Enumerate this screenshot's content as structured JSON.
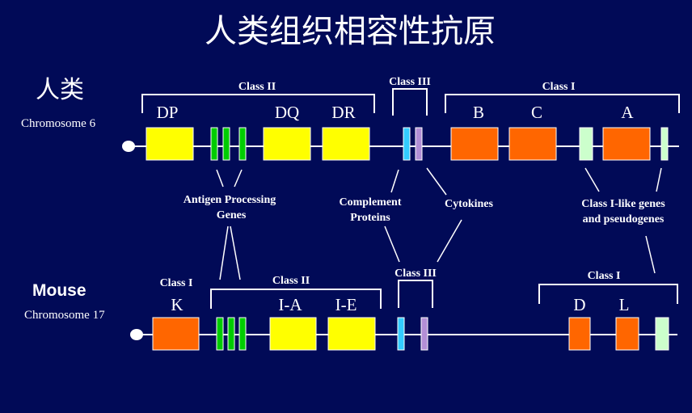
{
  "title": "人类组织相容性抗原",
  "colors": {
    "background": "#010a57",
    "class_i_gene": "#ff6600",
    "class_ii_gene": "#ffff00",
    "antigen_processing_gene": "#00cc00",
    "complement_gene": "#33ccff",
    "cytokine_gene": "#b38fd6",
    "class_i_like_gene": "#ccffcc",
    "line": "#ffffff"
  },
  "human": {
    "species": "人类",
    "chromosome": "Chromosome 6",
    "class_ii_label": "Class II",
    "class_iii_label": "Class III",
    "class_i_label": "Class I",
    "genes": {
      "dp": "DP",
      "dq": "DQ",
      "dr": "DR",
      "b": "B",
      "c": "C",
      "a": "A"
    }
  },
  "annotations": {
    "antigen_processing_line1": "Antigen Processing",
    "antigen_processing_line2": "Genes",
    "complement_line1": "Complement",
    "complement_line2": "Proteins",
    "cytokines": "Cytokines",
    "class_i_like_line1": "Class I-like genes",
    "class_i_like_line2": "and pseudogenes"
  },
  "mouse": {
    "species": "Mouse",
    "chromosome": "Chromosome 17",
    "class_i_left_label": "Class I",
    "class_ii_label": "Class II",
    "class_iii_label": "Class III",
    "class_i_right_label": "Class I",
    "genes": {
      "k": "K",
      "ia": "I-A",
      "ie": "I-E",
      "d": "D",
      "l": "L"
    }
  }
}
